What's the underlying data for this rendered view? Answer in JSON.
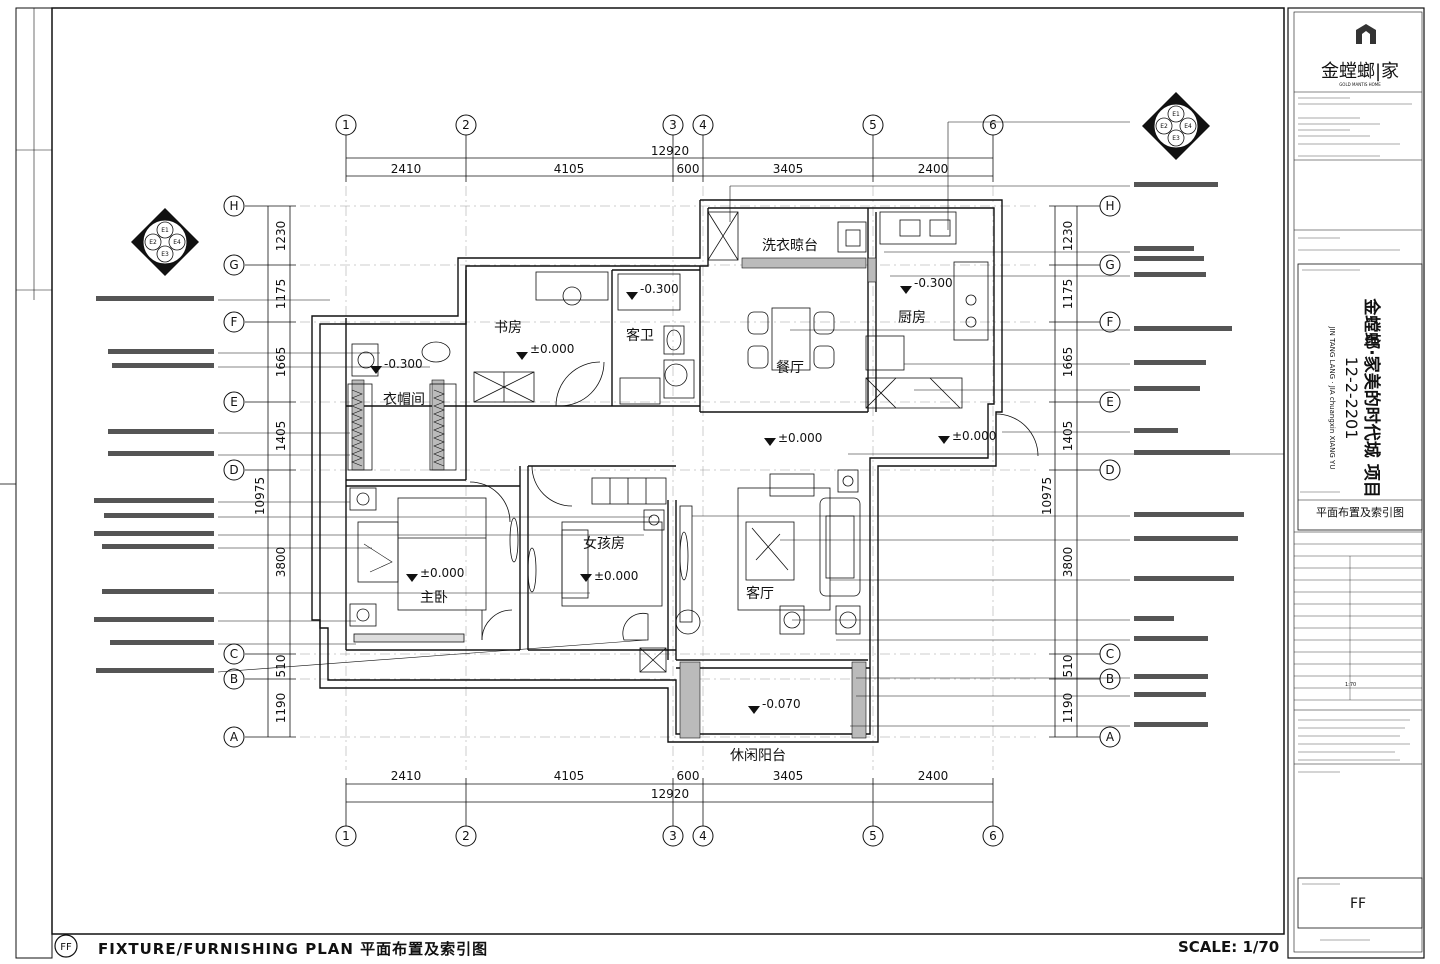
{
  "title_block": {
    "logo_text": "金螳螂|家",
    "logo_sub": "GOLD MANTIS HOME",
    "project_name": "金螳螂·家美的时代城 项目",
    "project_code": "12-2-2201",
    "project_pinyin": "JIN TANG LANG · JIA chuangxin XIANG YU",
    "drawing_title": "平面布置及索引图",
    "sheet_code": "FF",
    "scale_text": "1:70"
  },
  "footer": {
    "sheet_tag": "FF",
    "title": "FIXTURE/FURNISHING PLAN  平面布置及索引图",
    "scale": "SCALE: 1/70"
  },
  "axes": {
    "vertical": [
      "1",
      "2",
      "3",
      "4",
      "5",
      "6"
    ],
    "horizontal": [
      "H",
      "G",
      "F",
      "E",
      "D",
      "C",
      "B",
      "A"
    ]
  },
  "dimensions": {
    "top_total": "12920",
    "top_segments": [
      "2410",
      "4105",
      "600",
      "3405",
      "2400"
    ],
    "bottom_total": "12920",
    "bottom_segments": [
      "2410",
      "4105",
      "600",
      "3405",
      "2400"
    ],
    "left_segments": [
      "1230",
      "1175",
      "1665",
      "1405",
      "3800",
      "510",
      "1190"
    ],
    "left_total": "10975",
    "right_segments": [
      "1230",
      "1175",
      "1665",
      "1405",
      "3800",
      "510",
      "1190"
    ],
    "right_total": "10975"
  },
  "rooms": {
    "laundry": "洗衣晾台",
    "study": "书房",
    "bath1": "客卫",
    "kitchen": "厨房",
    "dining": "餐厅",
    "cloak": "衣帽间",
    "master": "主卧",
    "kids": "女孩房",
    "living": "客厅",
    "balcony": "休闲阳台"
  },
  "levels": {
    "kitchen": "-0.300",
    "study": "±0.000",
    "bath": "-0.300",
    "cloak": "-0.300",
    "hall": "±0.000",
    "entry": "±0.000",
    "master": "±0.000",
    "kids": "±0.000",
    "balcony": "-0.070"
  },
  "index_symbol": {
    "labels": [
      "E1",
      "E2",
      "E3",
      "E4"
    ]
  }
}
